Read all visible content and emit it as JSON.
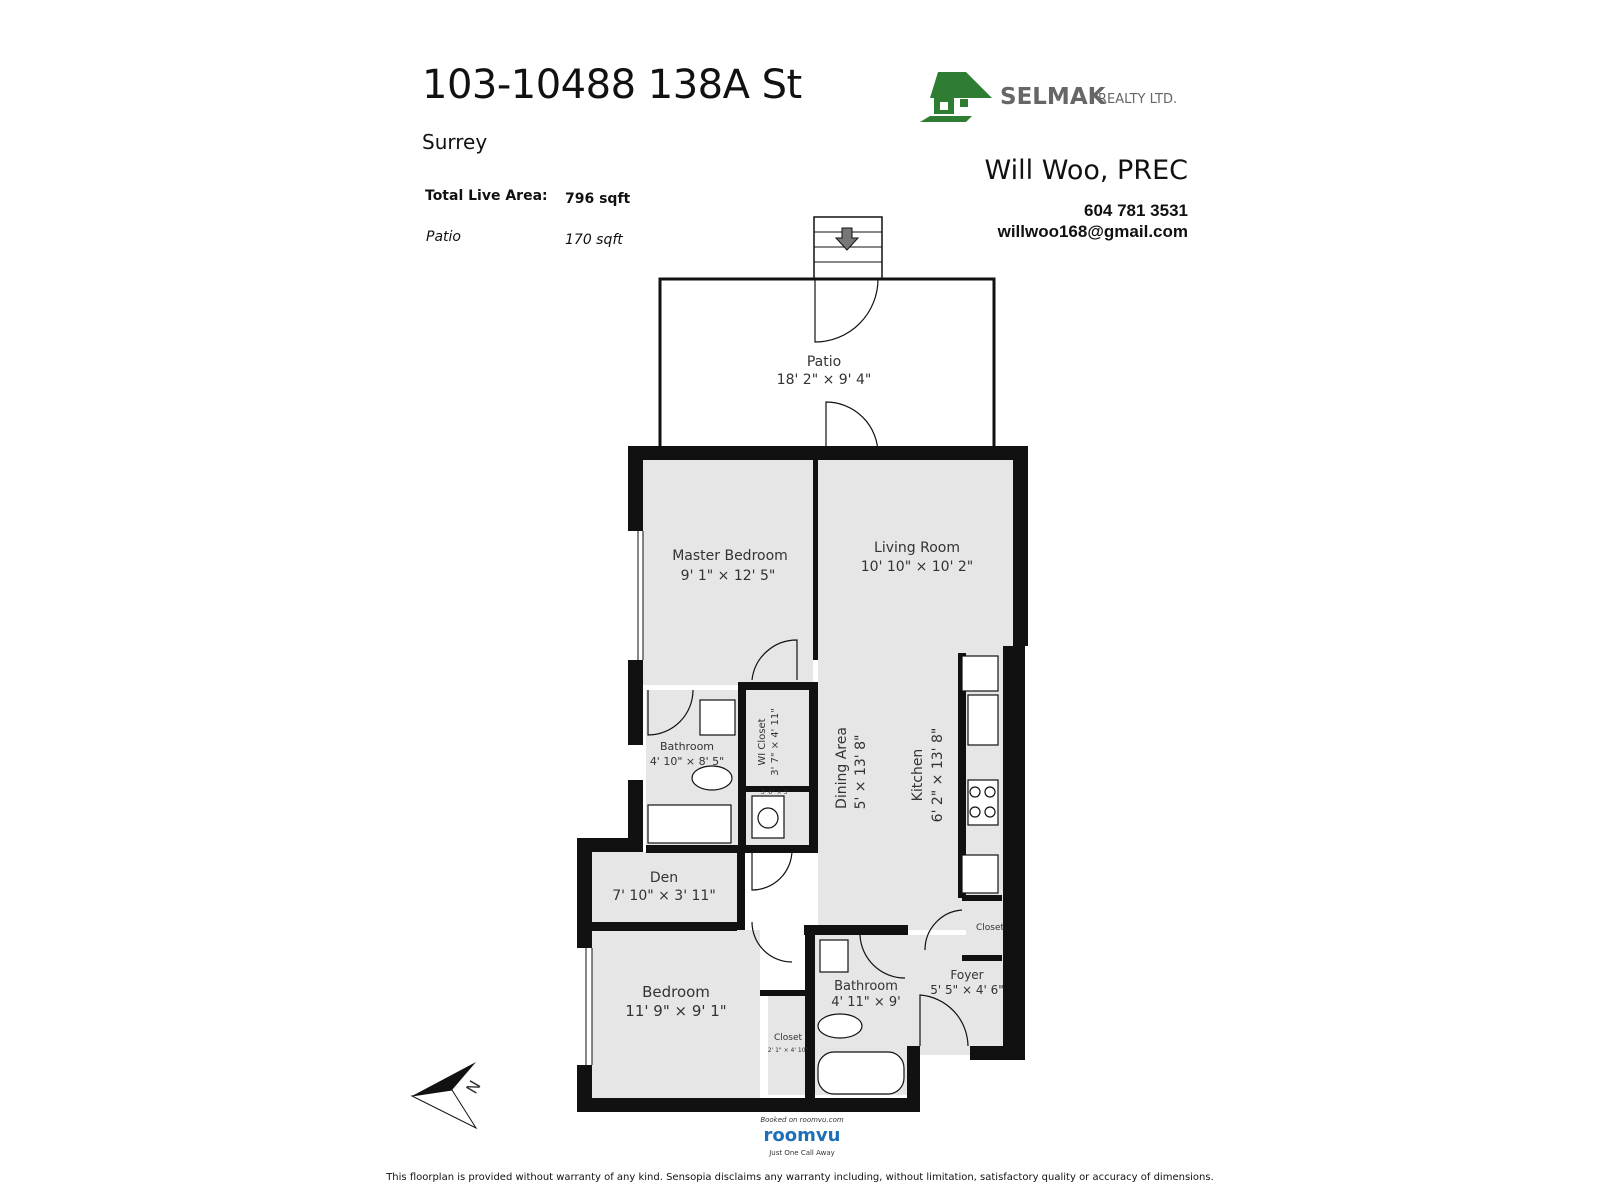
{
  "header": {
    "address": "103-10488 138A St",
    "city": "Surrey",
    "total_live_area_label": "Total Live Area:",
    "total_live_area_value": "796 sqft",
    "patio_label": "Patio",
    "patio_value": "170 sqft"
  },
  "brand": {
    "logo_name": "SELMAK",
    "logo_suffix": "REALTY LTD.",
    "logo_color": "#2e7d32",
    "agent_name": "Will Woo, PREC",
    "phone": "604 781 3531",
    "email": "willwoo168@gmail.com"
  },
  "rooms": {
    "patio": {
      "name": "Patio",
      "dims": "18' 2\" × 9' 4\""
    },
    "master_bedroom": {
      "name": "Master Bedroom",
      "dims": "9' 1\" × 12' 5\""
    },
    "living_room": {
      "name": "Living Room",
      "dims": "10' 10\" × 10' 2\""
    },
    "wi_closet": {
      "name": "WI Closet",
      "dims": "3' 7\" × 4' 11\""
    },
    "laundry": {
      "dims": "3' 6\" × 3'"
    },
    "bathroom_1": {
      "name": "Bathroom",
      "dims": "4' 10\" × 8' 5\""
    },
    "dining_area": {
      "name": "Dining Area",
      "dims": "5' × 13' 8\""
    },
    "kitchen": {
      "name": "Kitchen",
      "dims": "6' 2\" × 13' 8\""
    },
    "den": {
      "name": "Den",
      "dims": "7' 10\" × 3' 11\""
    },
    "closet_foyer": {
      "name": "Closet"
    },
    "foyer": {
      "name": "Foyer",
      "dims": "5' 5\" × 4' 6\""
    },
    "bathroom_2": {
      "name": "Bathroom",
      "dims": "4' 11\" × 9'"
    },
    "bedroom": {
      "name": "Bedroom",
      "dims": "11' 9\" × 9' 1\""
    },
    "closet_bedroom": {
      "name": "Closet",
      "dims": "2' 1\" × 4' 10\""
    }
  },
  "compass": {
    "label": "N",
    "icon": "north-arrow-icon"
  },
  "footer": {
    "booked": "Booked on roomvu.com",
    "roomvu_logo": "roomvu",
    "roomvu_color": "#1e6fb8",
    "tagline": "Just One Call Away",
    "disclaimer": "This floorplan is provided without warranty of any kind. Sensopia disclaims any warranty including, without limitation, satisfactory quality or accuracy of dimensions."
  },
  "colors": {
    "floor": "#e6e6e6",
    "wall": "#111111"
  }
}
